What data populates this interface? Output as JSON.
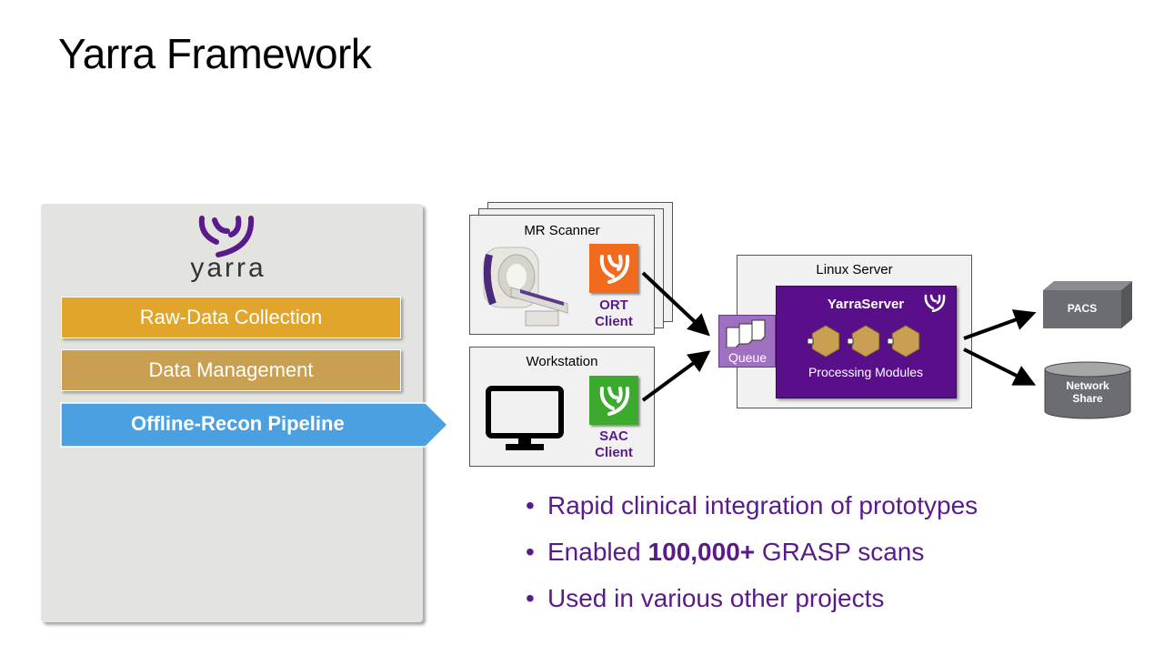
{
  "slide": {
    "title": "Yarra Framework"
  },
  "panel": {
    "logo_text": "yarra",
    "stages": [
      {
        "label": "Raw-Data Collection",
        "color": "#e0a52a",
        "active": false
      },
      {
        "label": "Data Management",
        "color": "#c9a052",
        "active": false
      },
      {
        "label": "Offline-Recon Pipeline",
        "color": "#4aa0e0",
        "active": true
      }
    ]
  },
  "diagram": {
    "scanner": {
      "title": "MR Scanner",
      "client_label_1": "ORT",
      "client_label_2": "Client",
      "client_color": "#f26a1b"
    },
    "workstation": {
      "title": "Workstation",
      "client_label_1": "SAC",
      "client_label_2": "Client",
      "client_color": "#3caa2c"
    },
    "server": {
      "title": "Linux Server",
      "core_title": "YarraServer",
      "queue_label": "Queue",
      "modules_label": "Processing Modules",
      "module_count": 3
    },
    "outputs": [
      {
        "label": "PACS"
      },
      {
        "label_1": "Network",
        "label_2": "Share"
      }
    ]
  },
  "bullets": {
    "b1": "Rapid clinical integration of prototypes",
    "b2_pre": "Enabled ",
    "b2_bold": "100,000+",
    "b2_post": " GRASP scans",
    "b3": "Used in various other projects",
    "bullet_char": "•"
  },
  "colors": {
    "purple": "#5a1a8c",
    "panel_bg": "#e3e3df",
    "queue": "#a070c0",
    "module": "#c9a052",
    "device_gray": "#6b6d72"
  }
}
